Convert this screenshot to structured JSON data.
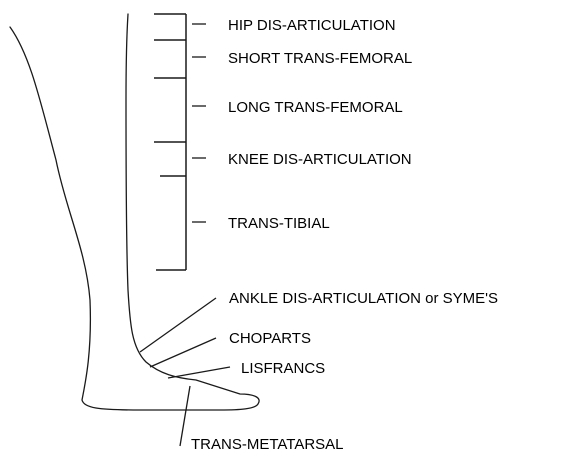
{
  "labels": {
    "hip_disarticulation": "HIP DIS-ARTICULATION",
    "short_trans_femoral": "SHORT TRANS-FEMORAL",
    "long_trans_femoral": "LONG TRANS-FEMORAL",
    "knee_disarticulation": "KNEE DIS-ARTICULATION",
    "trans_tibial": "TRANS-TIBIAL",
    "ankle_disarticulation": "ANKLE DIS-ARTICULATION or SYME'S",
    "choparts": "CHOPARTS",
    "lisfrancs": "LISFRANCS",
    "trans_metatarsal": "TRANS-METATARSAL"
  }
}
